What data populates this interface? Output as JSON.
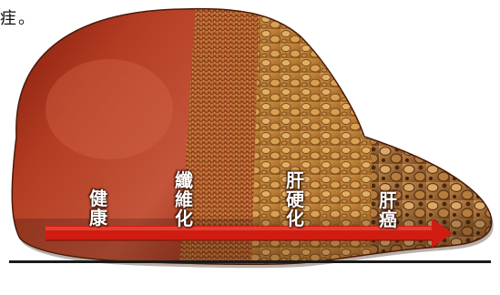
{
  "caption_fragment": "疰。",
  "stages": [
    {
      "label": "健\n康"
    },
    {
      "label": "纖\n維\n化"
    },
    {
      "label": "肝\n硬\n化"
    },
    {
      "label": "肝\n癌"
    }
  ],
  "colors": {
    "healthy_liver": "#a8321a",
    "fibrosis": "#b8692e",
    "cirrhosis": "#c98a3c",
    "arrow": "#cf1d12"
  }
}
